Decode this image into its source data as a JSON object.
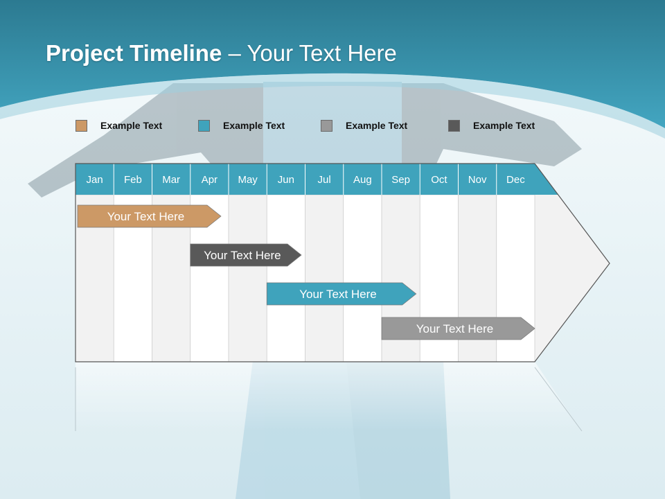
{
  "slide": {
    "title_bold": "Project Timeline",
    "title_rest": " – Your Text Here"
  },
  "legend": [
    {
      "label": "Example Text",
      "color": "#cc9966"
    },
    {
      "label": "Example Text",
      "color": "#3fa3bc"
    },
    {
      "label": "Example Text",
      "color": "#999999"
    },
    {
      "label": "Example Text",
      "color": "#595959"
    }
  ],
  "timeline": {
    "months": [
      "Jan",
      "Feb",
      "Mar",
      "Apr",
      "May",
      "Jun",
      "Jul",
      "Aug",
      "Sep",
      "Oct",
      "Nov",
      "Dec"
    ],
    "header_color": "#3fa3bc",
    "tasks": [
      {
        "label": "Your  Text Here",
        "start": 0,
        "end": 3.8,
        "color": "#cc9966"
      },
      {
        "label": "Your  Text Here",
        "start": 3,
        "end": 5.9,
        "color": "#595959"
      },
      {
        "label": "Your  Text Here",
        "start": 5,
        "end": 8.9,
        "color": "#3fa3bc"
      },
      {
        "label": "Your  Text Here",
        "start": 8,
        "end": 12,
        "color": "#999999"
      }
    ]
  }
}
